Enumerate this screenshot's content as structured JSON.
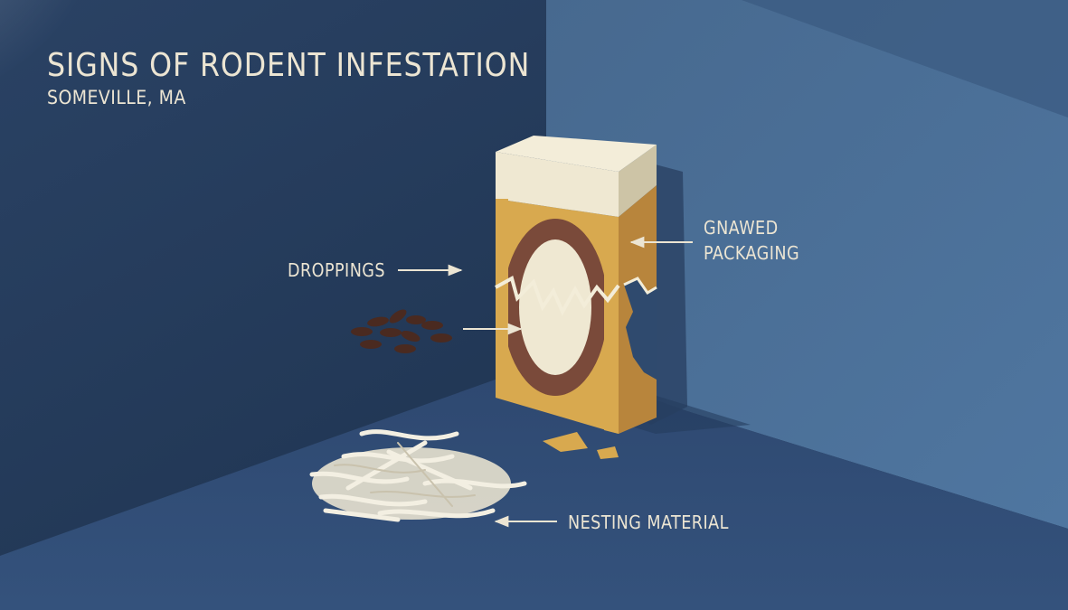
{
  "title": "SIGNS OF RODENT INFESTATION",
  "subtitle": "SOMEVILLE, MA",
  "labels": {
    "droppings": "DROPPINGS",
    "gnawed_line1": "GNAWED",
    "gnawed_line2": "PACKAGING",
    "nesting": "NESTING MATERIAL"
  },
  "colors": {
    "wall_left": "#1f3450",
    "wall_right": "#4a6f98",
    "floor": "#34507a",
    "box_front": "#d8a94f",
    "box_top": "#efe8d2",
    "box_ring": "#7a4a3a",
    "text": "#ece5d3",
    "dropping": "#4a2a20",
    "nest": "#e8e2cf"
  }
}
